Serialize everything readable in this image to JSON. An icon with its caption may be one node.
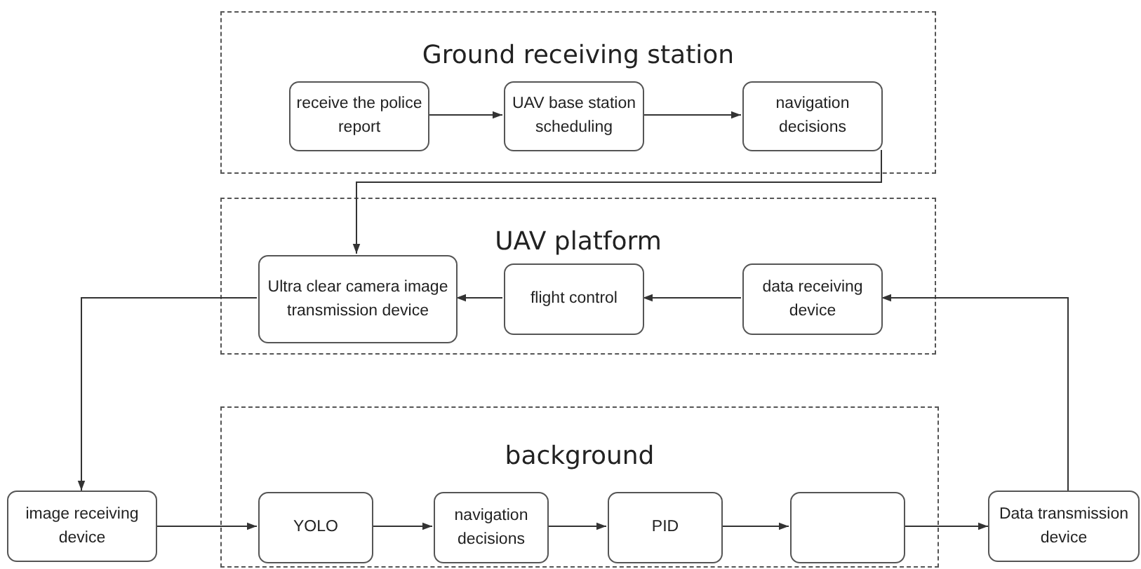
{
  "diagram": {
    "nodes": [
      {
        "text": [
          "Ground receiving station"
        ]
      },
      {
        "text": [
          "receive the police report"
        ],
        "in": 0
      },
      {
        "text": [
          "UAV base station scheduling"
        ],
        "in": 0
      },
      {
        "text": [
          "navigation decisions"
        ],
        "in": 0
      },
      {
        "text": [
          "UAV platform"
        ]
      },
      {
        "text": [
          "Ultra clear camera image transmission device"
        ],
        "in": 4
      },
      {
        "text": [
          "flight control"
        ],
        "in": 4
      },
      {
        "text": [
          "data receiving device"
        ],
        "in": 4
      },
      {
        "text": [
          "image receiving device"
        ]
      },
      {
        "text": [
          "background"
        ]
      },
      {
        "text": [
          "YOLO"
        ],
        "in": 9
      },
      {
        "text": [
          "navigation decisions"
        ],
        "in": 9
      },
      {
        "text": [
          "PID"
        ],
        "in": 9
      },
      {
        "text": [],
        "shape": "box",
        "in": 9
      },
      {
        "text": [
          "Data transmission device"
        ]
      }
    ],
    "edges": [
      {
        "from": 1,
        "to": 2,
        "arrow": "to"
      },
      {
        "from": 2,
        "to": 3,
        "arrow": "to"
      },
      {
        "from": 3,
        "to": 5,
        "arrow": "to"
      },
      {
        "from": 7,
        "to": 6,
        "arrow": "to"
      },
      {
        "from": 6,
        "to": 5,
        "arrow": "to"
      },
      {
        "from": 5,
        "to": 8,
        "arrow": "to"
      },
      {
        "from": 8,
        "to": 10,
        "arrow": "to"
      },
      {
        "from": 10,
        "to": 11,
        "arrow": "to"
      },
      {
        "from": 11,
        "to": 12,
        "arrow": "to"
      },
      {
        "from": 12,
        "to": 13,
        "arrow": "to"
      },
      {
        "from": 13,
        "to": 14,
        "arrow": "to"
      },
      {
        "from": 14,
        "to": 7,
        "arrow": "to"
      }
    ]
  }
}
